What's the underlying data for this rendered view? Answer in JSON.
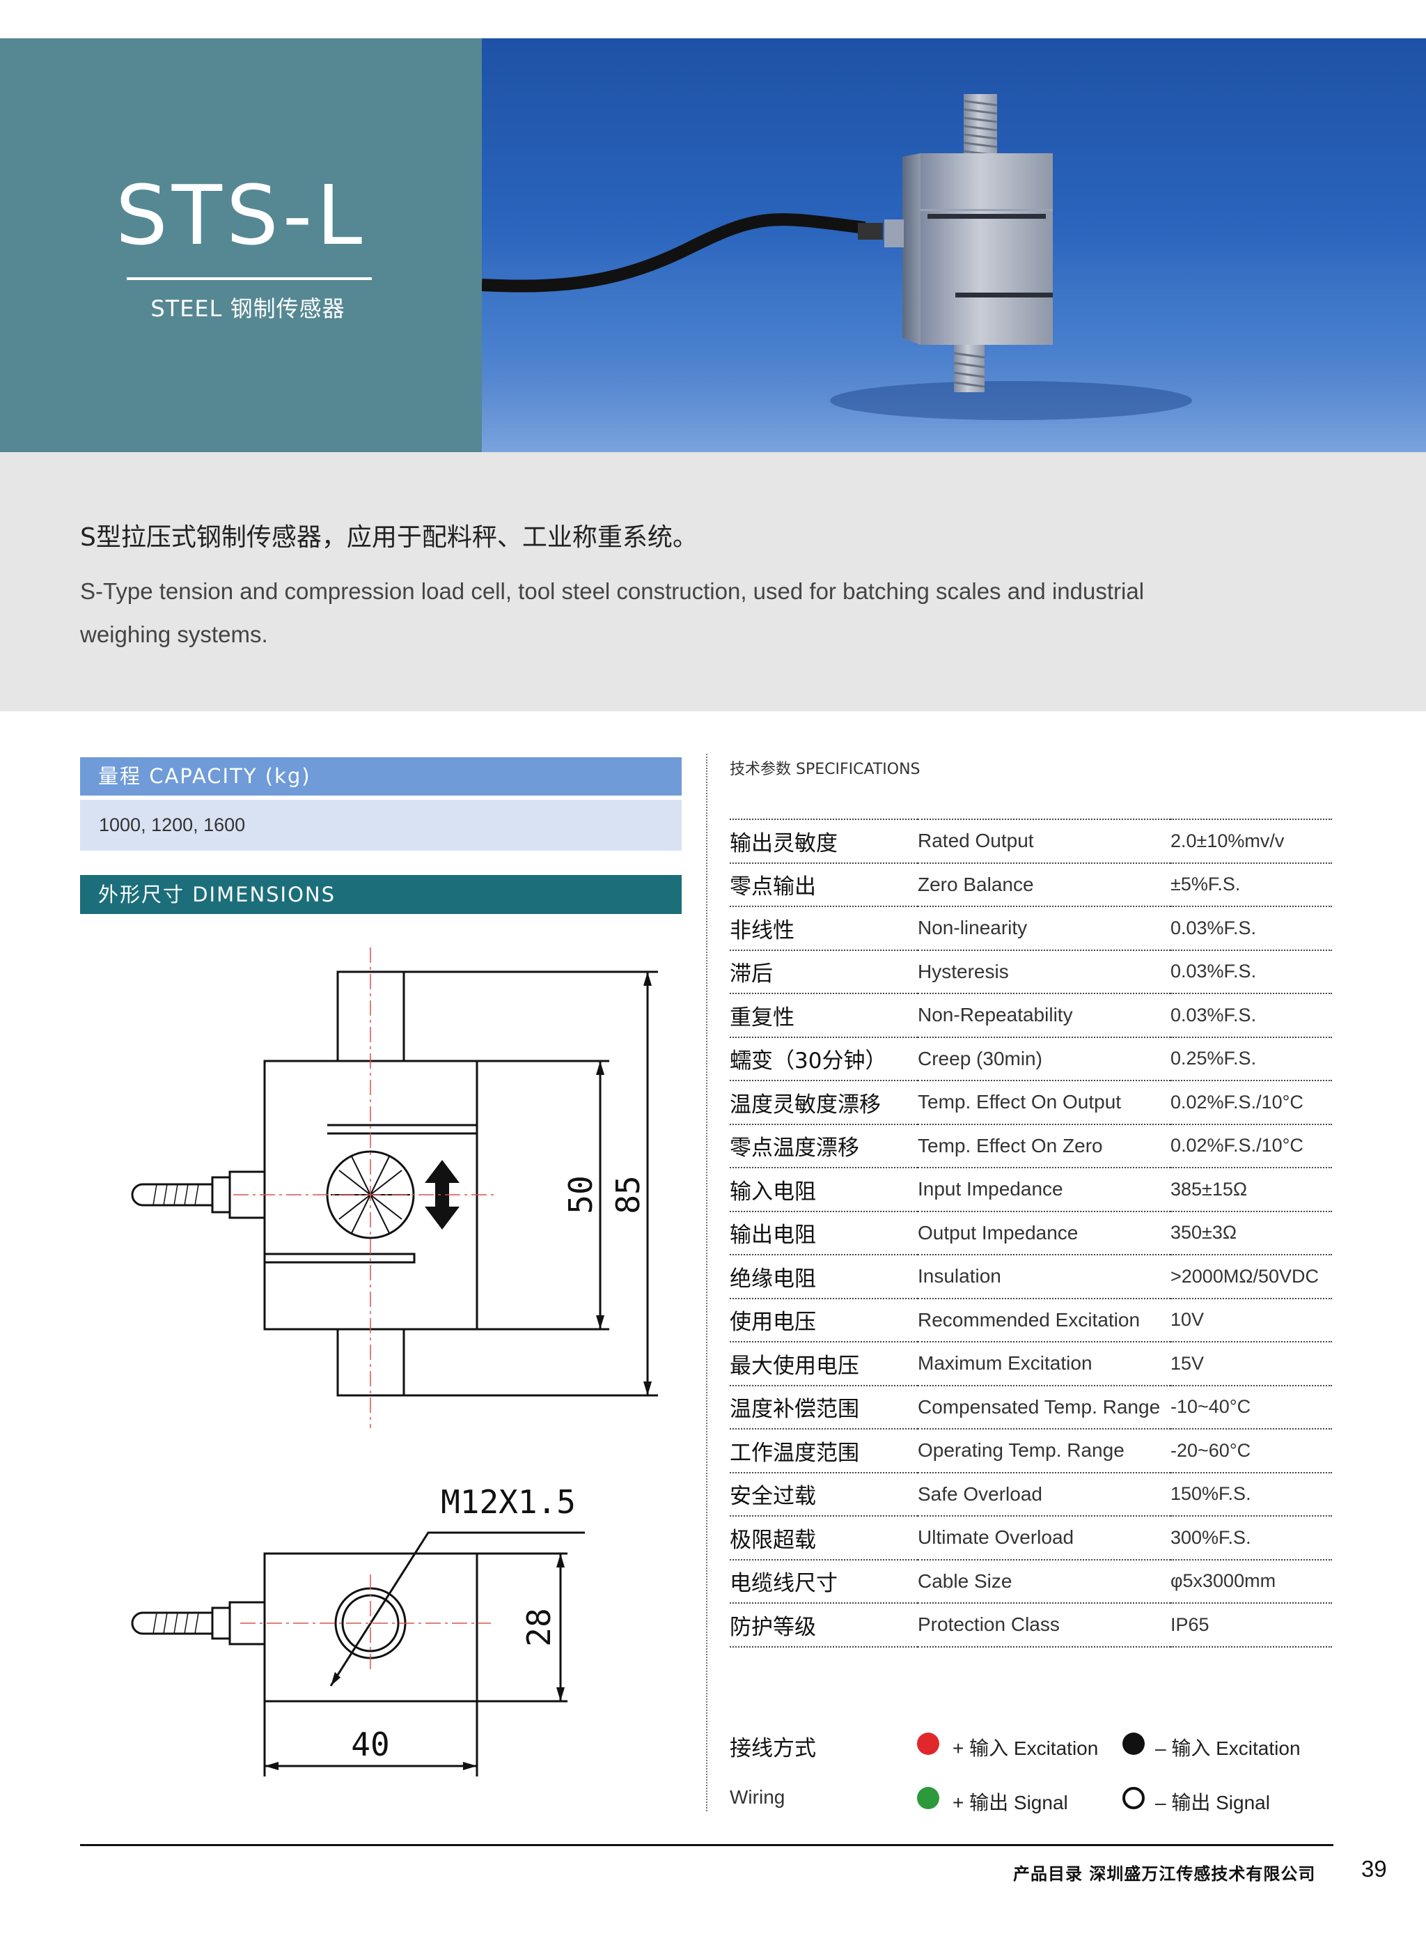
{
  "header": {
    "title": "STS-L",
    "subtitle": "STEEL 钢制传感器"
  },
  "description": {
    "cn": "S型拉压式钢制传感器，应用于配料秤、工业称重系统。",
    "en": "S-Type tension and compression load cell, tool steel construction, used for batching scales and industrial weighing systems."
  },
  "capacity": {
    "label": "量程 CAPACITY (kg)",
    "values": "1000, 1200, 1600"
  },
  "dimensions": {
    "label": "外形尺寸 DIMENSIONS",
    "dim_50": "50",
    "dim_85": "85",
    "thread": "M12X1.5",
    "dim_28": "28",
    "dim_40": "40"
  },
  "specifications": {
    "title": "技术参数 SPECIFICATIONS",
    "rows": [
      {
        "cn": "输出灵敏度",
        "en": "Rated Output",
        "value": "2.0±10%mv/v"
      },
      {
        "cn": "零点输出",
        "en": "Zero Balance",
        "value": "±5%F.S."
      },
      {
        "cn": "非线性",
        "en": "Non-linearity",
        "value": "0.03%F.S."
      },
      {
        "cn": "滞后",
        "en": "Hysteresis",
        "value": "0.03%F.S."
      },
      {
        "cn": "重复性",
        "en": "Non-Repeatability",
        "value": "0.03%F.S."
      },
      {
        "cn": "蠕变（30分钟）",
        "en": "Creep (30min)",
        "value": "0.25%F.S."
      },
      {
        "cn": "温度灵敏度漂移",
        "en": "Temp. Effect On Output",
        "value": "0.02%F.S./10°C"
      },
      {
        "cn": "零点温度漂移",
        "en": "Temp. Effect On Zero",
        "value": "0.02%F.S./10°C"
      },
      {
        "cn": "输入电阻",
        "en": "Input Impedance",
        "value": "385±15Ω"
      },
      {
        "cn": "输出电阻",
        "en": "Output Impedance",
        "value": "350±3Ω"
      },
      {
        "cn": "绝缘电阻",
        "en": "Insulation",
        "value": ">2000MΩ/50VDC"
      },
      {
        "cn": "使用电压",
        "en": "Recommended Excitation",
        "value": "10V"
      },
      {
        "cn": "最大使用电压",
        "en": "Maximum Excitation",
        "value": "15V"
      },
      {
        "cn": "温度补偿范围",
        "en": "Compensated Temp. Range",
        "value": "-10~40°C"
      },
      {
        "cn": "工作温度范围",
        "en": "Operating Temp. Range",
        "value": "-20~60°C"
      },
      {
        "cn": "安全过载",
        "en": "Safe Overload",
        "value": "150%F.S."
      },
      {
        "cn": "极限超载",
        "en": "Ultimate Overload",
        "value": "300%F.S."
      },
      {
        "cn": "电缆线尺寸",
        "en": "Cable Size",
        "value": "φ5x3000mm"
      },
      {
        "cn": "防护等级",
        "en": "Protection Class",
        "value": "IP65"
      }
    ]
  },
  "wiring": {
    "label_cn": "接线方式",
    "label_en": "Wiring",
    "items": [
      {
        "text": "+ 输入 Excitation",
        "color": "#e0282c"
      },
      {
        "text": "– 输入 Excitation",
        "color": "#111111"
      },
      {
        "text": "+ 输出 Signal",
        "color": "#2c9a3a"
      },
      {
        "text": "– 输出 Signal",
        "color": "#ffffff"
      }
    ]
  },
  "footer": {
    "company": "产品目录  深圳盛万江传感技术有限公司",
    "page": "39"
  }
}
